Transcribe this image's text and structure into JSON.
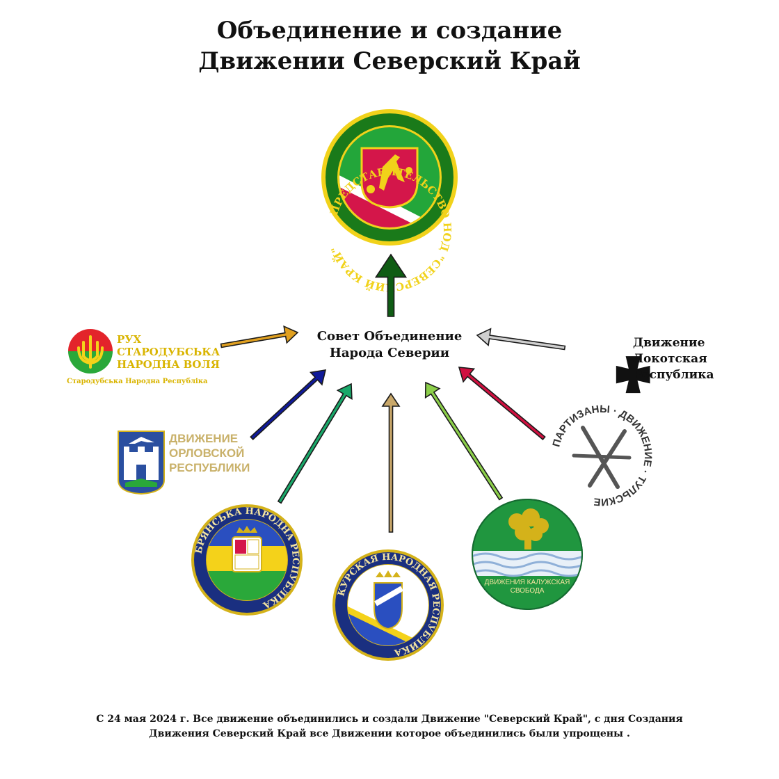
{
  "title": {
    "line1": "Объединение и создание",
    "line2": "Движении Северский Край"
  },
  "center": {
    "line1": "Совет Объединение",
    "line2": "Народа Северии"
  },
  "emblem_top": {
    "ring_text": "ПРЕДСТАВИТЕЛЬСТВО НОД \"СЕВЕРСКИЙ КРАЙ\""
  },
  "ruh": {
    "line1": "РУХ",
    "line2": "СТАРОДУБСЬКА",
    "line3": "НАРОДНА ВОЛЯ",
    "sub": "Стародубська Народна Республіка"
  },
  "orel": {
    "line1": "ДВИЖЕНИЕ",
    "line2": "ОРЛОВСКОЙ",
    "line3": "РЕСПУБЛИКИ"
  },
  "bryansk": {
    "ring_text": "БРЯНСЬКА НАРОДНА РЕСПУБЛІКА"
  },
  "kursk": {
    "ring_text": "КУРСКАЯ НАРОДНАЯ РЕСПУБЛИКА"
  },
  "kaluga": {
    "line1": "ДВИЖЕНИЯ КАЛУЖСКАЯ",
    "line2": "СВОБОДА"
  },
  "tula": {
    "ring_text": "ПАРТИЗАНЫ · ДВИЖЕНИЕ · ТУЛЬСКИЕ"
  },
  "lokot": {
    "line1": "Движение",
    "line2": "Локотская",
    "line3": "Республика"
  },
  "arrow_colors": {
    "top": "#0f5c14",
    "ruh": "#e0a020",
    "orel": "#101a9a",
    "bryansk": "#1aa86a",
    "kursk": "#c9a86a",
    "kaluga": "#8ccf4a",
    "tula": "#d01040",
    "lokot": "#cfcfcf"
  },
  "footer": {
    "line1": "С 24 мая 2024 г. Все движение объединились  и создали Движение \"Северский Край\",  с дня Создания",
    "line2": "Движения Северский Край все Движении которое объединились были упрощены ."
  }
}
